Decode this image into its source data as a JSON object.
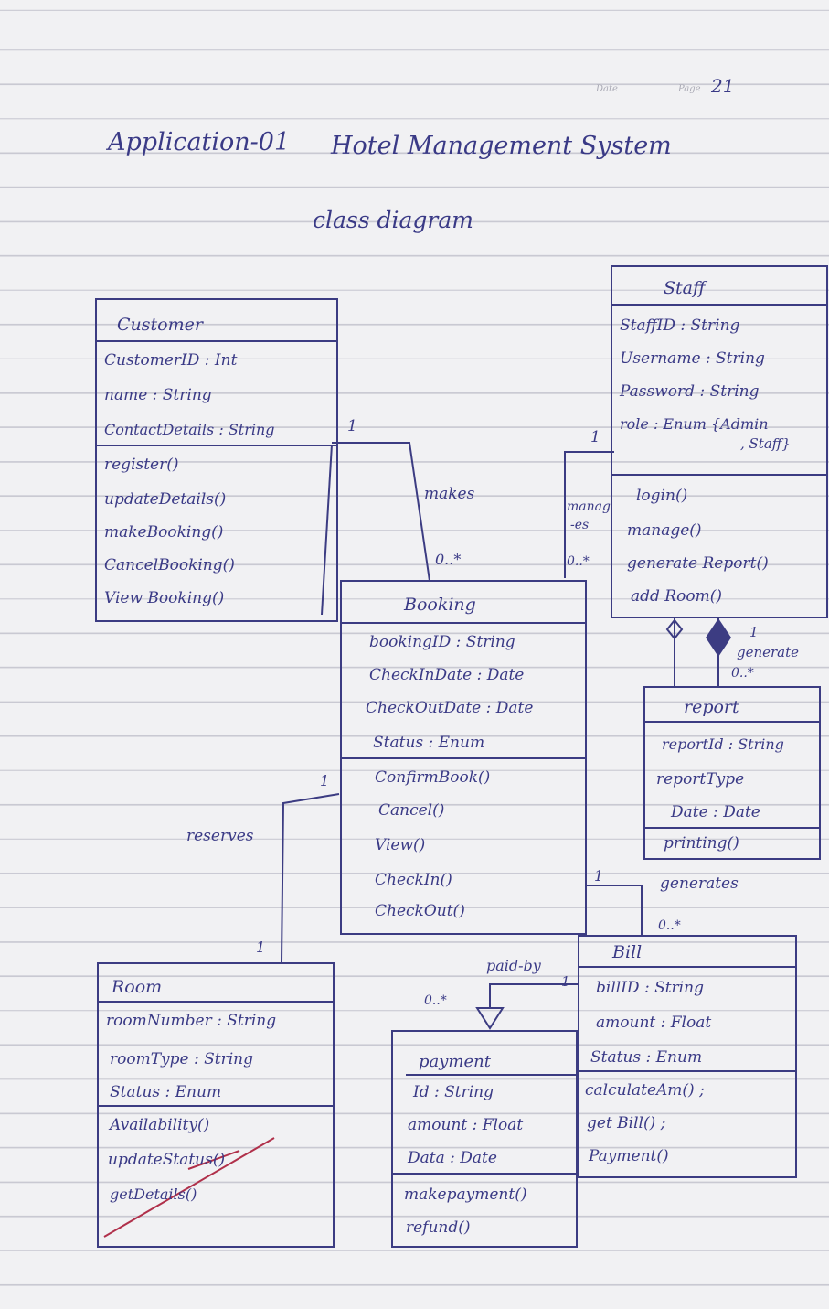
{
  "header": {
    "date_label": "Date",
    "page_label": "Page",
    "page_number": "21"
  },
  "title": {
    "left": "Application-01",
    "right": "Hotel Management System"
  },
  "subtitle": "class diagram",
  "classes": {
    "customer": {
      "name": "Customer",
      "attributes": [
        "CustomerID : Int",
        "name : String",
        "ContactDetails : String"
      ],
      "methods": [
        "register()",
        "updateDetails()",
        "makeBooking()",
        "CancelBooking()",
        "View Booking()"
      ]
    },
    "staff": {
      "name": "Staff",
      "attributes": [
        "StaffID : String",
        "Username : String",
        "Password : String",
        "role : Enum {Admin",
        ", Staff}"
      ],
      "methods": [
        "login()",
        "manage()",
        "generate Report()",
        "add Room()"
      ]
    },
    "booking": {
      "name": "Booking",
      "attributes": [
        "bookingID : String",
        "CheckInDate : Date",
        "CheckOutDate : Date",
        "Status : Enum"
      ],
      "methods": [
        "ConfirmBook()",
        "Cancel()",
        "View()",
        "CheckIn()",
        "CheckOut()"
      ]
    },
    "report": {
      "name": "report",
      "attributes": [
        "reportId : String",
        "reportType",
        "Date : Date"
      ],
      "methods": [
        "printing()"
      ]
    },
    "room": {
      "name": "Room",
      "attributes": [
        "roomNumber : String",
        "roomType : String",
        "Status : Enum"
      ],
      "methods": [
        "Availability()",
        "updateStatus()",
        "getDetails()"
      ]
    },
    "payment": {
      "name": "payment",
      "attributes": [
        "Id : String",
        "amount : Float",
        "Data : Date"
      ],
      "methods": [
        "makepayment()",
        "refund()"
      ]
    },
    "bill": {
      "name": "Bill",
      "attributes": [
        "billID : String",
        "amount : Float",
        "Status : Enum"
      ],
      "methods": [
        "calculateAm() ;",
        "get Bill() ;",
        "Payment()"
      ]
    }
  },
  "relations": {
    "makes": {
      "label": "makes",
      "from_mult": "1",
      "to_mult": "0..*"
    },
    "manages": {
      "label_line1": "manag",
      "label_line2": "-es",
      "from_mult": "1",
      "to_mult": "0..*"
    },
    "generate_report": {
      "label": "generate",
      "from_mult": "1",
      "to_mult": "0..*"
    },
    "reserves": {
      "label": "reserves",
      "from_mult": "1",
      "to_mult": "1"
    },
    "generates_bill": {
      "label": "generates",
      "from_mult": "1",
      "to_mult": "0..*"
    },
    "paid_by": {
      "label": "paid-by",
      "from_mult": "1",
      "to_mult": "0..*"
    }
  },
  "colors": {
    "ink": "#3a3a86",
    "paper": "#f1f1f3",
    "rule": "#c9c9d2"
  }
}
